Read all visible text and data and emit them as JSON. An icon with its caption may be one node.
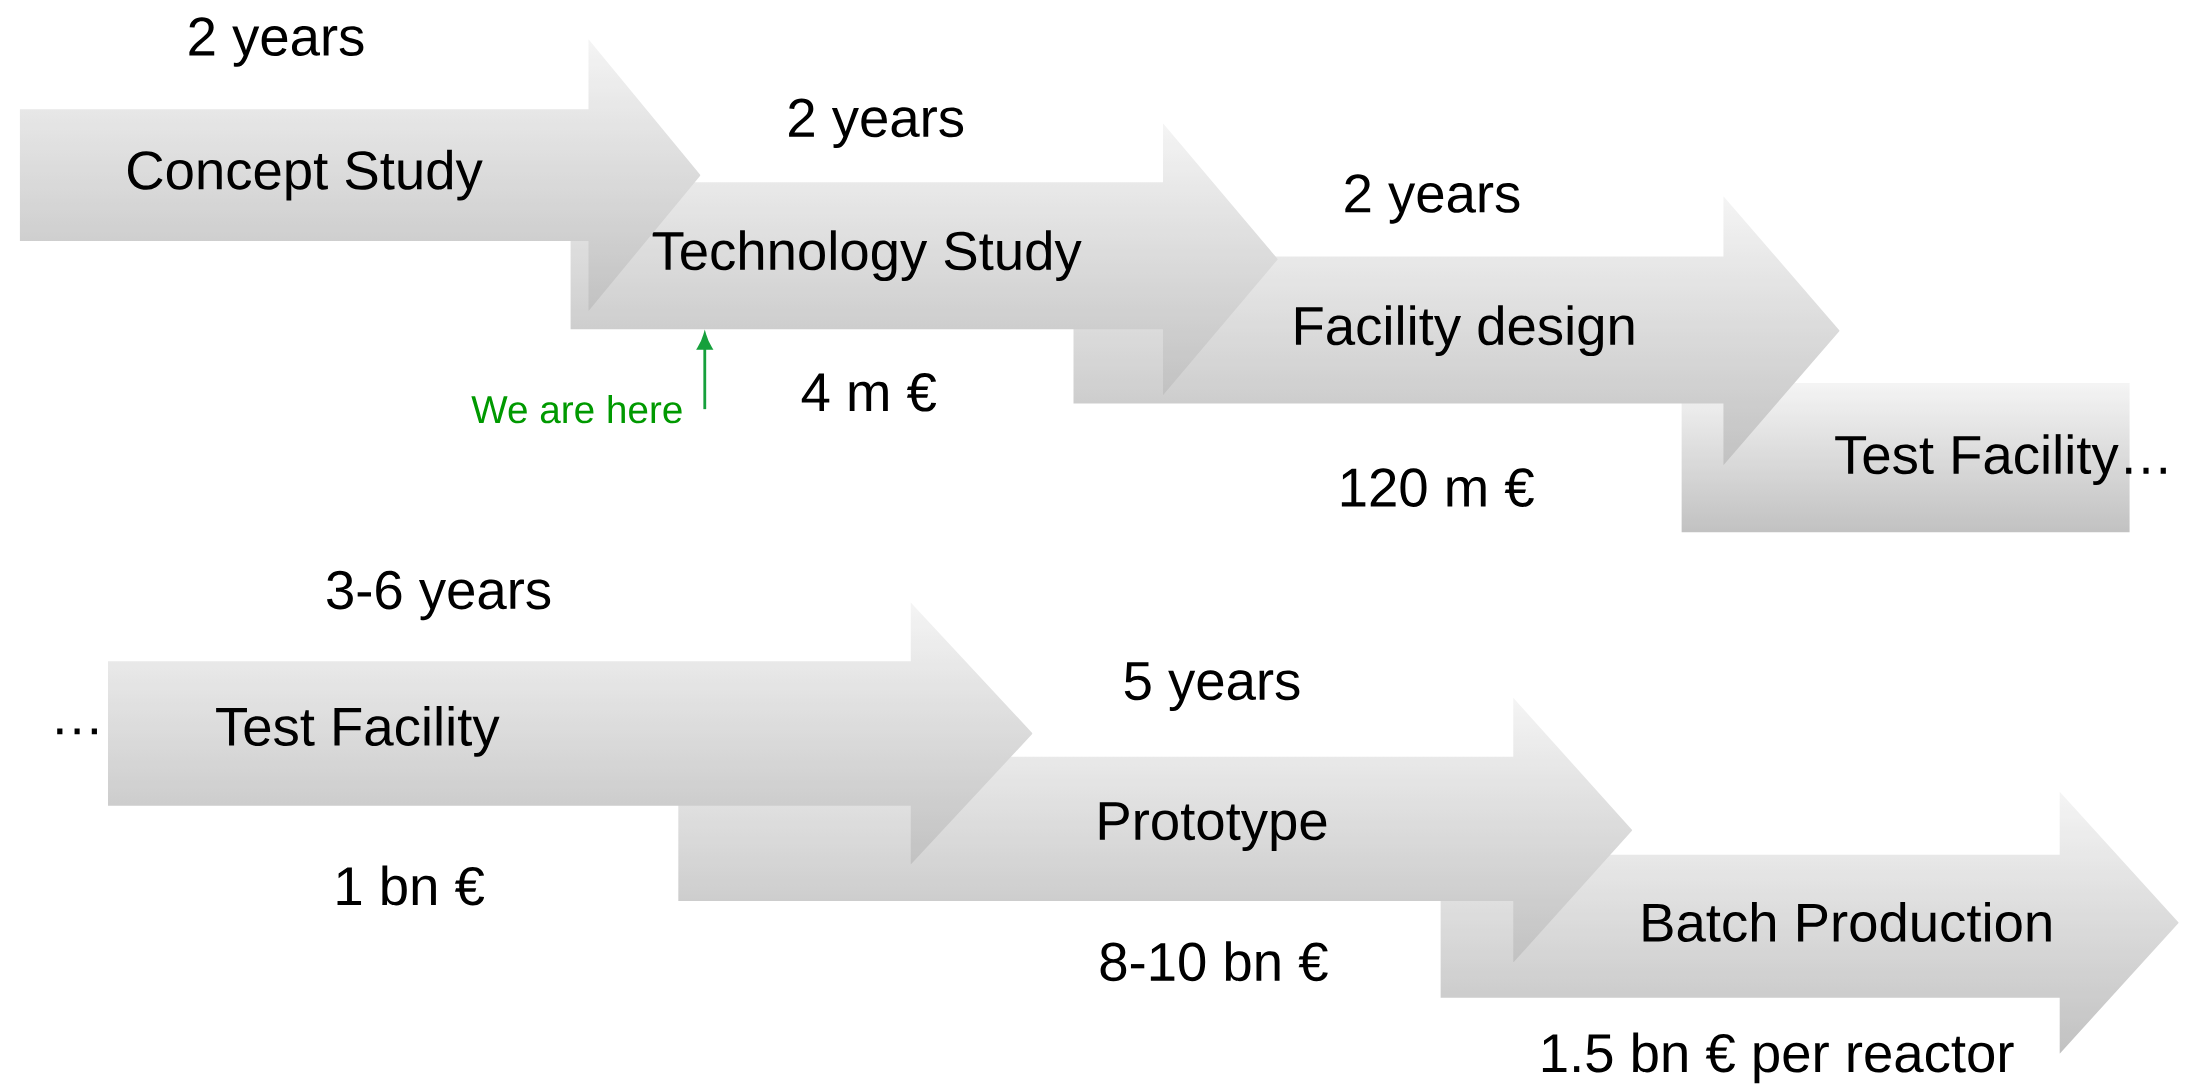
{
  "diagram": {
    "nodes": [
      {
        "text": [
          "Concept Study"
        ],
        "beside": [
          "2 years"
        ]
      },
      {
        "text": [
          "Technology Study"
        ],
        "beside": [
          "2 years",
          "4 m €"
        ]
      },
      {
        "text": [
          "Facility design"
        ],
        "beside": [
          "2 years",
          "120 m €"
        ]
      },
      {
        "text": [
          "Test Facility…"
        ]
      },
      {
        "text": [
          "Test Facility"
        ],
        "beside": [
          "3-6 years",
          "1 bn €"
        ]
      },
      {
        "text": [
          "Prototype"
        ],
        "beside": [
          "5 years",
          "8-10 bn €"
        ]
      },
      {
        "text": [
          "Batch Production"
        ],
        "beside": [
          "1.5 bn € per reactor"
        ]
      },
      {
        "text": [
          "We are here"
        ]
      }
    ],
    "edges": [
      {
        "from": 7,
        "to": 1,
        "arrow": "to",
        "color": "#16a03c"
      }
    ],
    "labels": [
      "…"
    ]
  }
}
